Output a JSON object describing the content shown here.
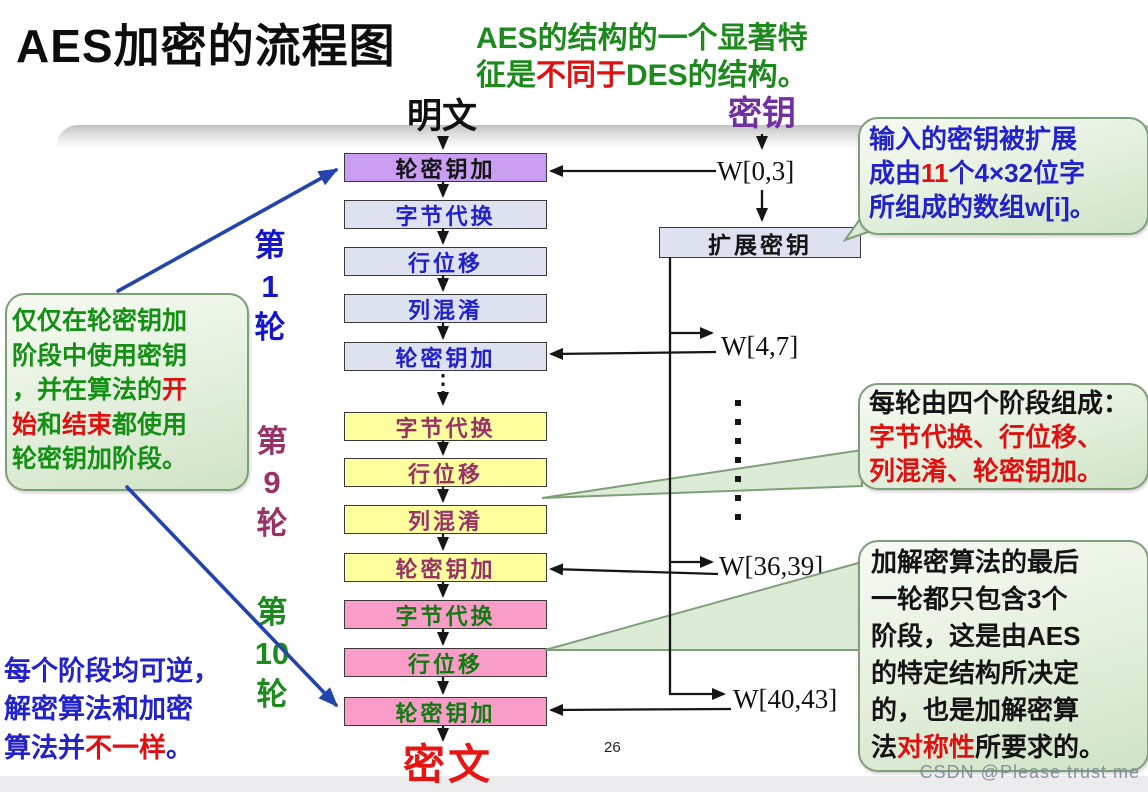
{
  "title": "AES加密的流程图",
  "top_note": {
    "l1": "AES的结构的一个显著特",
    "l2a": "征是",
    "l2b": "不同于",
    "l2c": "DES的结构。"
  },
  "flow": {
    "plaintext": "明文",
    "key": "密钥",
    "ciphertext": "密文",
    "expand_key": "扩展密钥",
    "boxes": [
      {
        "label": "轮密钥加"
      },
      {
        "label": "字节代换"
      },
      {
        "label": "行位移"
      },
      {
        "label": "列混淆"
      },
      {
        "label": "轮密钥加"
      },
      {
        "label": "字节代换"
      },
      {
        "label": "行位移"
      },
      {
        "label": "列混淆"
      },
      {
        "label": "轮密钥加"
      },
      {
        "label": "字节代换"
      },
      {
        "label": "行位移"
      },
      {
        "label": "轮密钥加"
      }
    ],
    "w_labels": [
      "W[0,3]",
      "W[4,7]",
      "W[36,39]",
      "W[40,43]"
    ]
  },
  "rounds": [
    {
      "label": "第\n1\n轮"
    },
    {
      "label": "第\n9\n轮"
    },
    {
      "label": "第\n10\n轮"
    }
  ],
  "callout_left": {
    "l1": "仅仅在轮密钥加",
    "l2": "阶段中使用密钥",
    "l3a": "，并在算法的",
    "l3b": "开",
    "l4a": "始",
    "l4b": "和",
    "l4c": "结束",
    "l4d": "都使用",
    "l5": "轮密钥加阶段。"
  },
  "callout_key": {
    "l1": "输入的密钥被扩展",
    "l2a": "成由",
    "l2b": "11",
    "l2c": "个4×32位字",
    "l3": "所组成的数组w[i]。"
  },
  "callout_stages": {
    "l1": "每轮由四个阶段组成：",
    "l2": "字节代换、行位移、",
    "l3": "列混淆、轮密钥加。"
  },
  "callout_last": {
    "l1": "加解密算法的最后",
    "l2": "一轮都只包含3个",
    "l3": "阶段，这是由AES",
    "l4": "的特定结构所决定",
    "l5": "的，也是加解密算",
    "l6a": "法",
    "l6b": "对称性",
    "l6c": "所要求的。"
  },
  "bottom_note": {
    "l1": "每个阶段均可逆，",
    "l2": "解密算法和加密",
    "l3a": "算法并",
    "l3b": "不一样",
    "l3c": "。"
  },
  "footer": {
    "page_number": "26",
    "watermark": "CSDN @Please trust me"
  },
  "colors": {
    "round1_text": "#2020cc",
    "round9_text": "#993366",
    "round10_text": "#117a11",
    "init_box_fill": "#c89df2",
    "round1_fill": "#dde1f0",
    "round9_fill": "#ffff9e",
    "round10_fill": "#f99cc8",
    "highlight_red": "#e01010",
    "callout_green": "#149014",
    "key_purple": "#7030a0",
    "cipher_red": "#e81515",
    "arrow_blue": "#2343ae"
  }
}
